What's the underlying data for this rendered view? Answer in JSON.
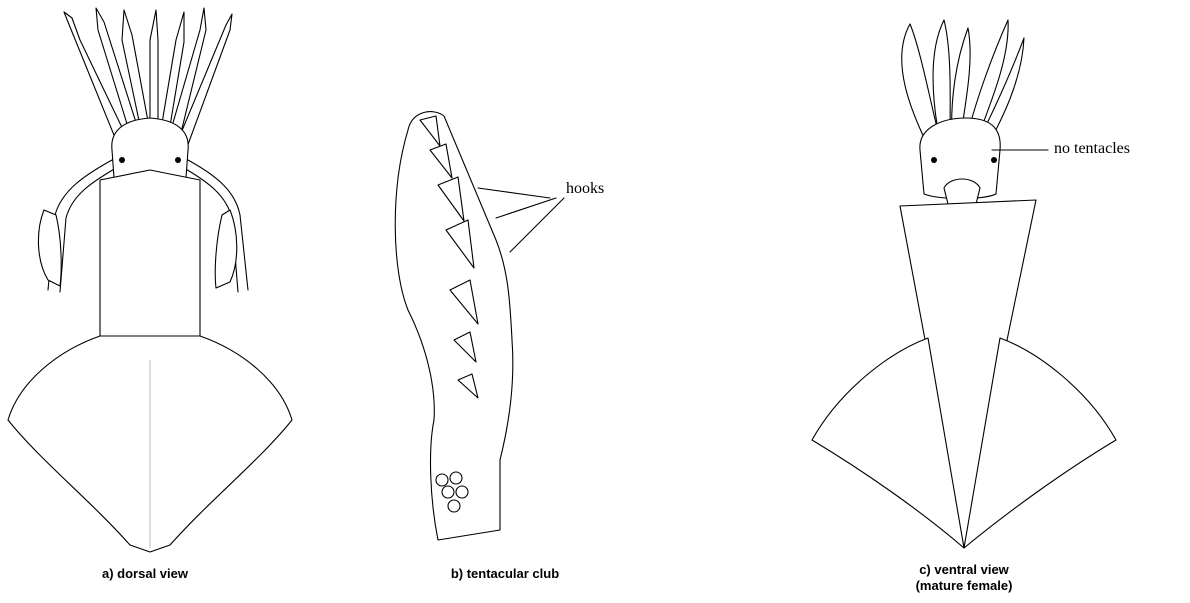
{
  "figure": {
    "panels": [
      {
        "id": "a",
        "caption": "a)  dorsal view"
      },
      {
        "id": "b",
        "caption": "b)  tentacular club",
        "callout": "hooks"
      },
      {
        "id": "c",
        "caption_line1": "c) ventral view",
        "caption_line2": "(mature female)",
        "callout": "no tentacles"
      }
    ]
  },
  "colors": {
    "ink": "#000000",
    "paper": "#ffffff"
  }
}
